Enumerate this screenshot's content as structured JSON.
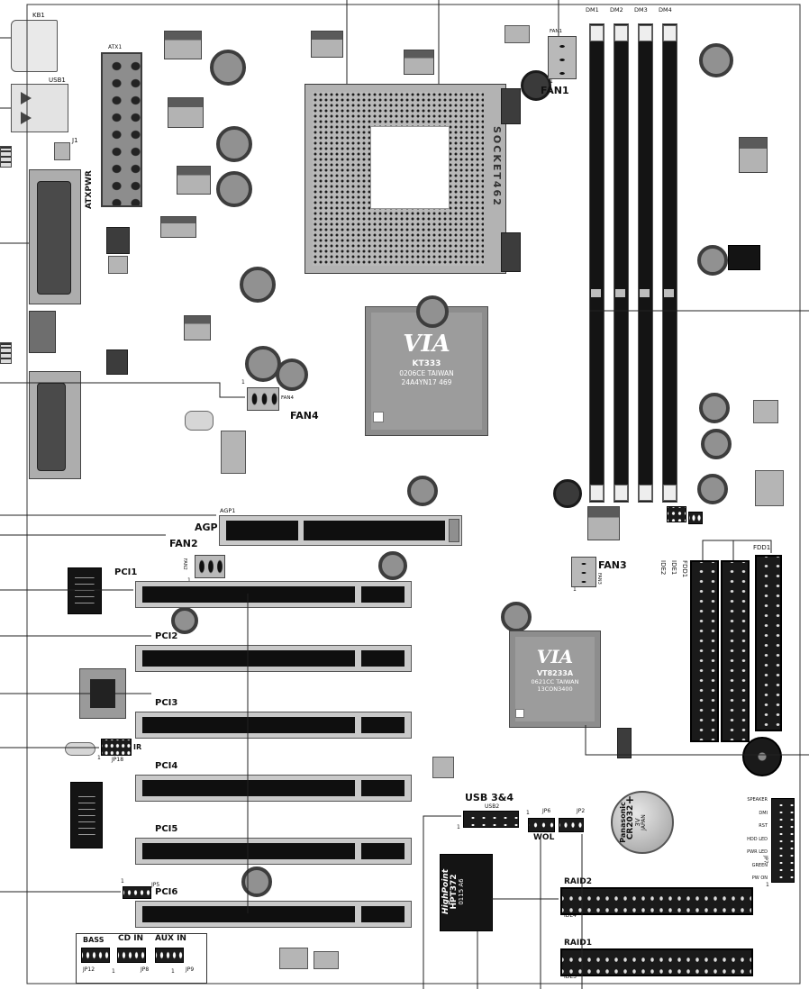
{
  "pin1": "1",
  "io": {
    "kb1": "KB1",
    "usb1": "USB1",
    "j1": "J1"
  },
  "power": {
    "atx1": "ATX1",
    "atxpwr": "ATXPWR"
  },
  "cpu": {
    "socket": "SOCKET462"
  },
  "memory": {
    "dimms": [
      "DM1",
      "DM2",
      "DM3",
      "DM4"
    ]
  },
  "fans": {
    "fan1": "FAN1",
    "fan2": "FAN2",
    "fan3": "FAN3",
    "fan4": "FAN4"
  },
  "northbridge": {
    "logo": "VIA",
    "model": "KT333",
    "line2": "0206CE TAIWAN",
    "line3": "24A4YN17 469"
  },
  "southbridge": {
    "logo": "VIA",
    "model": "VT8233A",
    "line2": "0621CC TAIWAN",
    "line3": "13CON3400"
  },
  "slots": {
    "agp1": "AGP1",
    "agp": "AGP",
    "pci": [
      "PCI1",
      "PCI2",
      "PCI3",
      "PCI4",
      "PCI5",
      "PCI6"
    ]
  },
  "storage": {
    "ide2": "IDE2",
    "ide1": "IDE1",
    "fdd1": "FDD1",
    "raid2": "RAID2",
    "ide4": "IDE4",
    "raid1": "RAID1",
    "ide3": "IDE3"
  },
  "raid_chip": {
    "brand": "HighPoint",
    "model": "HPT372",
    "code": "0115 A6"
  },
  "battery": {
    "brand": "Panasonic",
    "model": "CR2032",
    "volt": "3V",
    "origin": "JAPAN",
    "plus": "+"
  },
  "headers": {
    "usb34": "USB 3&4",
    "usb2": "USB2",
    "wol": "WOL",
    "jp2": "JP2",
    "jp5": "JP5",
    "jp6": "JP6",
    "jp7": "JP7",
    "jp8": "JP8",
    "jp9": "JP9",
    "jp12": "JP12",
    "jp18": "JP18",
    "ir": "IR"
  },
  "audio": {
    "bass": "BASS",
    "cd_in": "CD IN",
    "aux_in": "AUX IN"
  },
  "front_panel": [
    "SPEAKER",
    "DMI",
    "RST",
    "HDD LED",
    "PWR LED",
    "GREEN",
    "PW ON"
  ]
}
